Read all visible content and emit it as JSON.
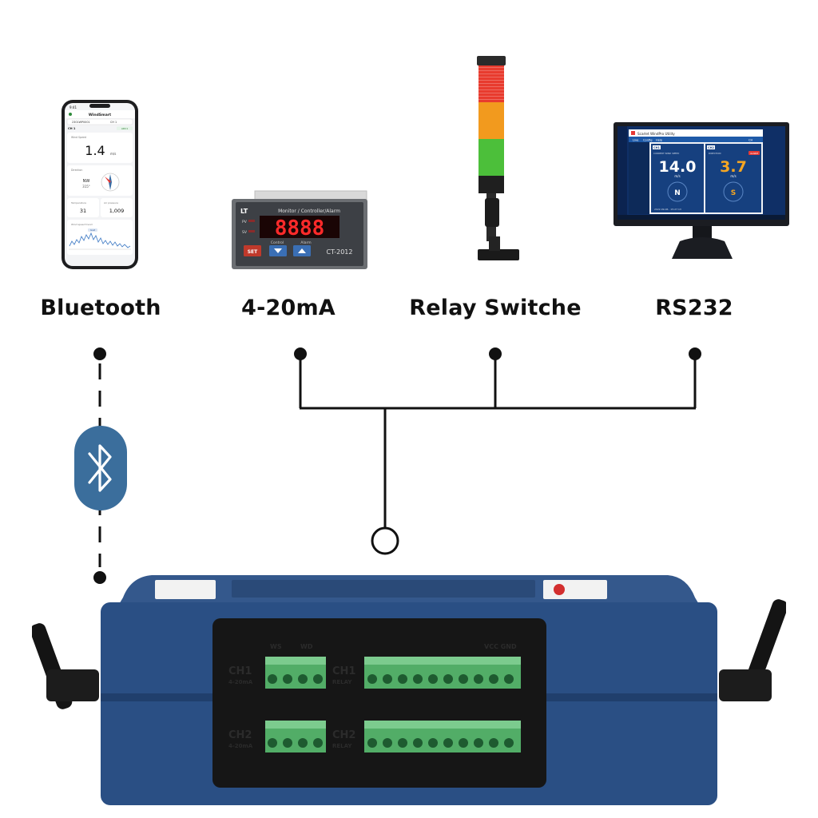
{
  "labels": {
    "bluetooth": "Bluetooth",
    "ma": "4-20mA",
    "relay": "Relay Switche",
    "rs232": "RS232"
  },
  "phone": {
    "time": "9:41",
    "app_name": "WindSmart",
    "device": "2301WP0001",
    "channel_select": "CH 1",
    "channel": "CH 1",
    "status": "ADC1",
    "wind_speed_label": "Wind Speed",
    "wind_speed_value": "1.4",
    "wind_speed_unit": "m/s",
    "direction_label": "Direction",
    "direction_text": "NW",
    "direction_degrees": "315°",
    "temperature_label": "Temperature",
    "temperature_value": "31",
    "pressure_label": "Air pressure",
    "pressure_value": "1,009",
    "trend_label": "Wind speed trend",
    "trend_tag": "Gust"
  },
  "controller": {
    "brand": "LT",
    "title": "Monitor / Controller/Alarm",
    "display": "8888",
    "pv": "PV",
    "sv": "SV",
    "control": "Control",
    "alarm": "Alarm",
    "set": "SET",
    "model": "CT-2012"
  },
  "monitor": {
    "app_title": "Scarlet WindPro Utility",
    "menu": [
      "Live",
      "Config",
      "Help"
    ],
    "ch_select": "CH",
    "ch1": "CH1",
    "ch2": "CH2",
    "panel1_label": "CURRENT WIND SPEED",
    "panel2_label": "DIRECTION",
    "alert": "ALARM",
    "value1": "14.0",
    "unit1": "m/s",
    "value2": "3.7",
    "unit2": "m/s",
    "compass1": "N",
    "compass2": "S",
    "footer": "2022-09-06 · 15:27:13"
  },
  "device": {
    "ch1": "CH1",
    "ch1_sub": "4-20mA",
    "ch1_relay": "CH1",
    "ch1_relay_sub": "RELAY",
    "ch2": "CH2",
    "ch2_sub": "4-20mA",
    "ch2_relay": "CH2",
    "ch2_relay_sub": "RELAY",
    "ws": "WS",
    "wd": "WD",
    "vcc_gnd": "VCC GND"
  },
  "colors": {
    "device_blue": "#2a4f84",
    "bluetooth_badge": "#3b6e9c",
    "terminal_green": "#58b46e",
    "line": "#111111"
  }
}
